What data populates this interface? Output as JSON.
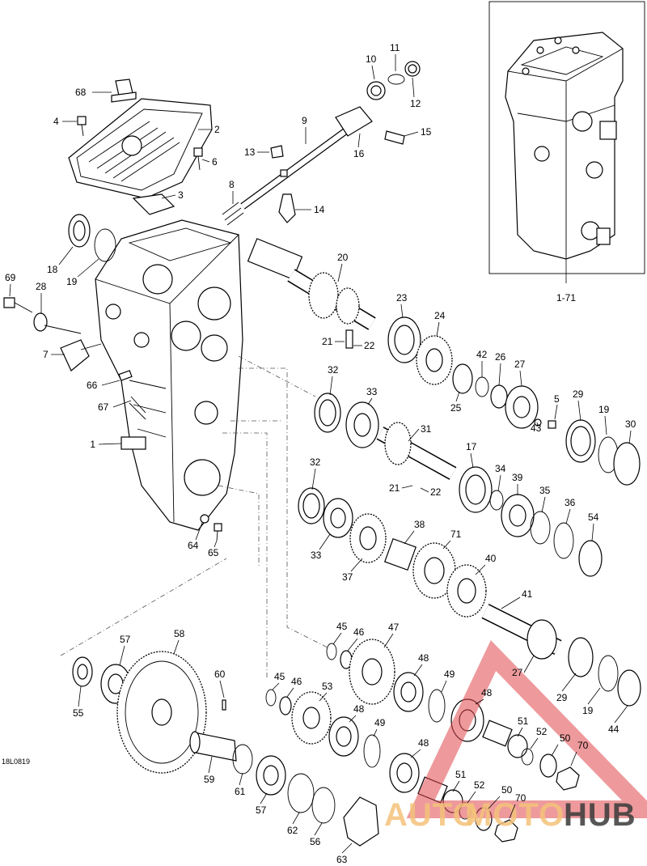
{
  "diagram": {
    "code": "18L0819",
    "inset_label": "1-71",
    "watermark": {
      "part1": "AUTO",
      "part2": "MOTO",
      "part3": "HUB",
      "triangle_color": "#e0474c",
      "text_color": "#f4c27a",
      "text_color_dark": "#3a3a3a"
    },
    "labels": {
      "l1": "1",
      "l2": "2",
      "l3": "3",
      "l4": "4",
      "l5": "5",
      "l6": "6",
      "l7": "7",
      "l8": "8",
      "l9": "9",
      "l10": "10",
      "l11": "11",
      "l12": "12",
      "l13": "13",
      "l14": "14",
      "l15": "15",
      "l16": "16",
      "l17": "17",
      "l18": "18",
      "l19a": "19",
      "l19b": "19",
      "l19c": "19",
      "l20": "20",
      "l21a": "21",
      "l21b": "21",
      "l22a": "22",
      "l22b": "22",
      "l23": "23",
      "l24": "24",
      "l25": "25",
      "l26": "26",
      "l27a": "27",
      "l27b": "27",
      "l28": "28",
      "l29a": "29",
      "l29b": "29",
      "l30": "30",
      "l31": "31",
      "l32a": "32",
      "l32b": "32",
      "l33a": "33",
      "l33b": "33",
      "l34": "34",
      "l35": "35",
      "l36": "36",
      "l37": "37",
      "l38": "38",
      "l39": "39",
      "l40": "40",
      "l41": "41",
      "l42": "42",
      "l43": "43",
      "l44": "44",
      "l45a": "45",
      "l45b": "45",
      "l46a": "46",
      "l46b": "46",
      "l47": "47",
      "l48a": "48",
      "l48b": "48",
      "l48c": "48",
      "l48d": "48",
      "l49a": "49",
      "l49b": "49",
      "l50a": "50",
      "l50b": "50",
      "l51a": "51",
      "l51b": "51",
      "l52a": "52",
      "l52b": "52",
      "l53": "53",
      "l54": "54",
      "l55": "55",
      "l56": "56",
      "l57a": "57",
      "l57b": "57",
      "l58": "58",
      "l59": "59",
      "l60": "60",
      "l61": "61",
      "l62": "62",
      "l63": "63",
      "l64": "64",
      "l65": "65",
      "l66": "66",
      "l67": "67",
      "l68": "68",
      "l69": "69",
      "l70a": "70",
      "l70b": "70",
      "l71": "71"
    }
  }
}
